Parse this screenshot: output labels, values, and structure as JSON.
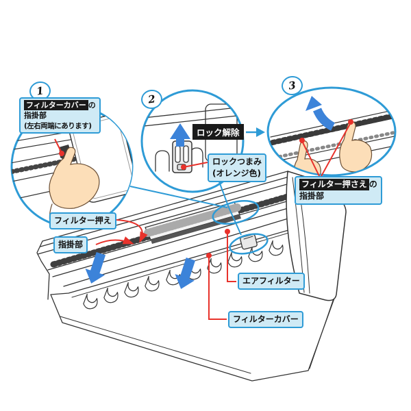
{
  "steps": [
    {
      "number": "1",
      "label": {
        "chip": "フィルターカバー",
        "suffix": "の",
        "line2": "指掛部",
        "line3": "(左右両端にあります)"
      }
    },
    {
      "number": "2",
      "lock_release_label": "ロック解除",
      "knob_label": {
        "line1": "ロックつまみ",
        "line2": "(オレンジ色)"
      }
    },
    {
      "number": "3",
      "label": {
        "chip": "フィルター押さえ",
        "suffix": "の",
        "line2": "指掛部"
      }
    }
  ],
  "part_labels": {
    "filter_holder": "フィルター押え",
    "finger_grip": "指掛部",
    "air_filter": "エアフィルター",
    "filter_cover": "フィルターカバー"
  },
  "colors": {
    "accent_blue": "#2e9bd6",
    "label_bg": "#cfeaf5",
    "pointer_red": "#e8322b",
    "arrow_blue": "#3c83d9",
    "chip_bg": "#1a1a1a",
    "skin": "#fcdeb8",
    "line_black": "#333333"
  },
  "icons": {
    "up_arrow": "unlock-push-up-arrow",
    "down_arrow": "cover-open-down-arrow",
    "curved_arrow": "pull-up-curved-arrow",
    "step_arrow": "next-step-arrow"
  }
}
